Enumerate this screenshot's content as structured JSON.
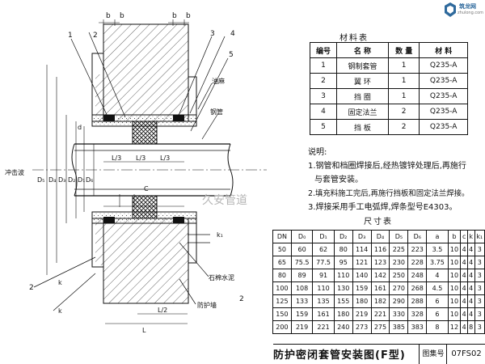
{
  "logo": {
    "name": "筑龙网",
    "url": "zhulong.com"
  },
  "watermark": {
    "text": "久安管道"
  },
  "drawing": {
    "callouts": [
      "1",
      "2",
      "3",
      "4",
      "5"
    ],
    "dims_top": [
      "b",
      "b",
      "b",
      "b"
    ],
    "labels": {
      "grease": "油麻",
      "steel_pipe": "钢管",
      "impact": "冲击波",
      "asbestos": "石棉水泥",
      "wall": "防护墙"
    },
    "dims": {
      "D5": "D₅",
      "D4": "D₄",
      "D3": "D₃",
      "D2": "D₂",
      "D1": "D₁",
      "D6": "D₆",
      "d": "d",
      "C": "C",
      "k1": "k₁",
      "k": "k",
      "L3a": "L/3",
      "L3b": "L/3",
      "L3c": "L/3",
      "L2": "L/2",
      "L": "L",
      "n2a": "2",
      "n2b": "2"
    }
  },
  "materials": {
    "title": "材料表",
    "headers": [
      "编号",
      "名 称",
      "数 量",
      "材 料"
    ],
    "rows": [
      [
        "1",
        "钢制套管",
        "1",
        "Q235-A"
      ],
      [
        "2",
        "翼 环",
        "1",
        "Q235-A"
      ],
      [
        "3",
        "挡 圈",
        "1",
        "Q235-A"
      ],
      [
        "4",
        "固定法兰",
        "2",
        "Q235-A"
      ],
      [
        "5",
        "挡 板",
        "2",
        "Q235-A"
      ]
    ]
  },
  "notes": {
    "title": "说明:",
    "items": [
      "1.钢管和档圈焊接后,经热镀锌处理后,再施行",
      "与套管安装。",
      "2.填充料施工完后,再施行挡板和固定法兰焊接。",
      "3.焊接采用手工电弧焊,焊条型号E4303。"
    ]
  },
  "sizes": {
    "title": "尺寸表",
    "headers": [
      "DN",
      "D₀",
      "D₁",
      "D₂",
      "D₃",
      "D₄",
      "D₅",
      "D₆",
      "a",
      "b",
      "c",
      "k",
      "k₁"
    ],
    "rows": [
      [
        "50",
        "60",
        "62",
        "80",
        "114",
        "116",
        "225",
        "223",
        "3.5",
        "10",
        "4",
        "4",
        "3"
      ],
      [
        "65",
        "75.5",
        "77.5",
        "95",
        "121",
        "123",
        "230",
        "228",
        "3.75",
        "10",
        "4",
        "4",
        "3"
      ],
      [
        "80",
        "89",
        "91",
        "110",
        "140",
        "142",
        "250",
        "248",
        "4",
        "10",
        "4",
        "4",
        "3"
      ],
      [
        "100",
        "108",
        "110",
        "130",
        "159",
        "161",
        "270",
        "268",
        "4.5",
        "10",
        "4",
        "4",
        "3"
      ],
      [
        "125",
        "133",
        "135",
        "155",
        "180",
        "182",
        "290",
        "288",
        "6",
        "10",
        "4",
        "4",
        "3"
      ],
      [
        "150",
        "159",
        "161",
        "180",
        "219",
        "221",
        "330",
        "328",
        "6",
        "10",
        "4",
        "4",
        "3"
      ],
      [
        "200",
        "219",
        "221",
        "240",
        "273",
        "275",
        "385",
        "383",
        "8",
        "12",
        "4",
        "8",
        "3"
      ]
    ]
  },
  "titleblock": {
    "title": "防护密闭套管安装图(F型)",
    "atlas_label": "图集号",
    "atlas_no": "07FS02"
  }
}
